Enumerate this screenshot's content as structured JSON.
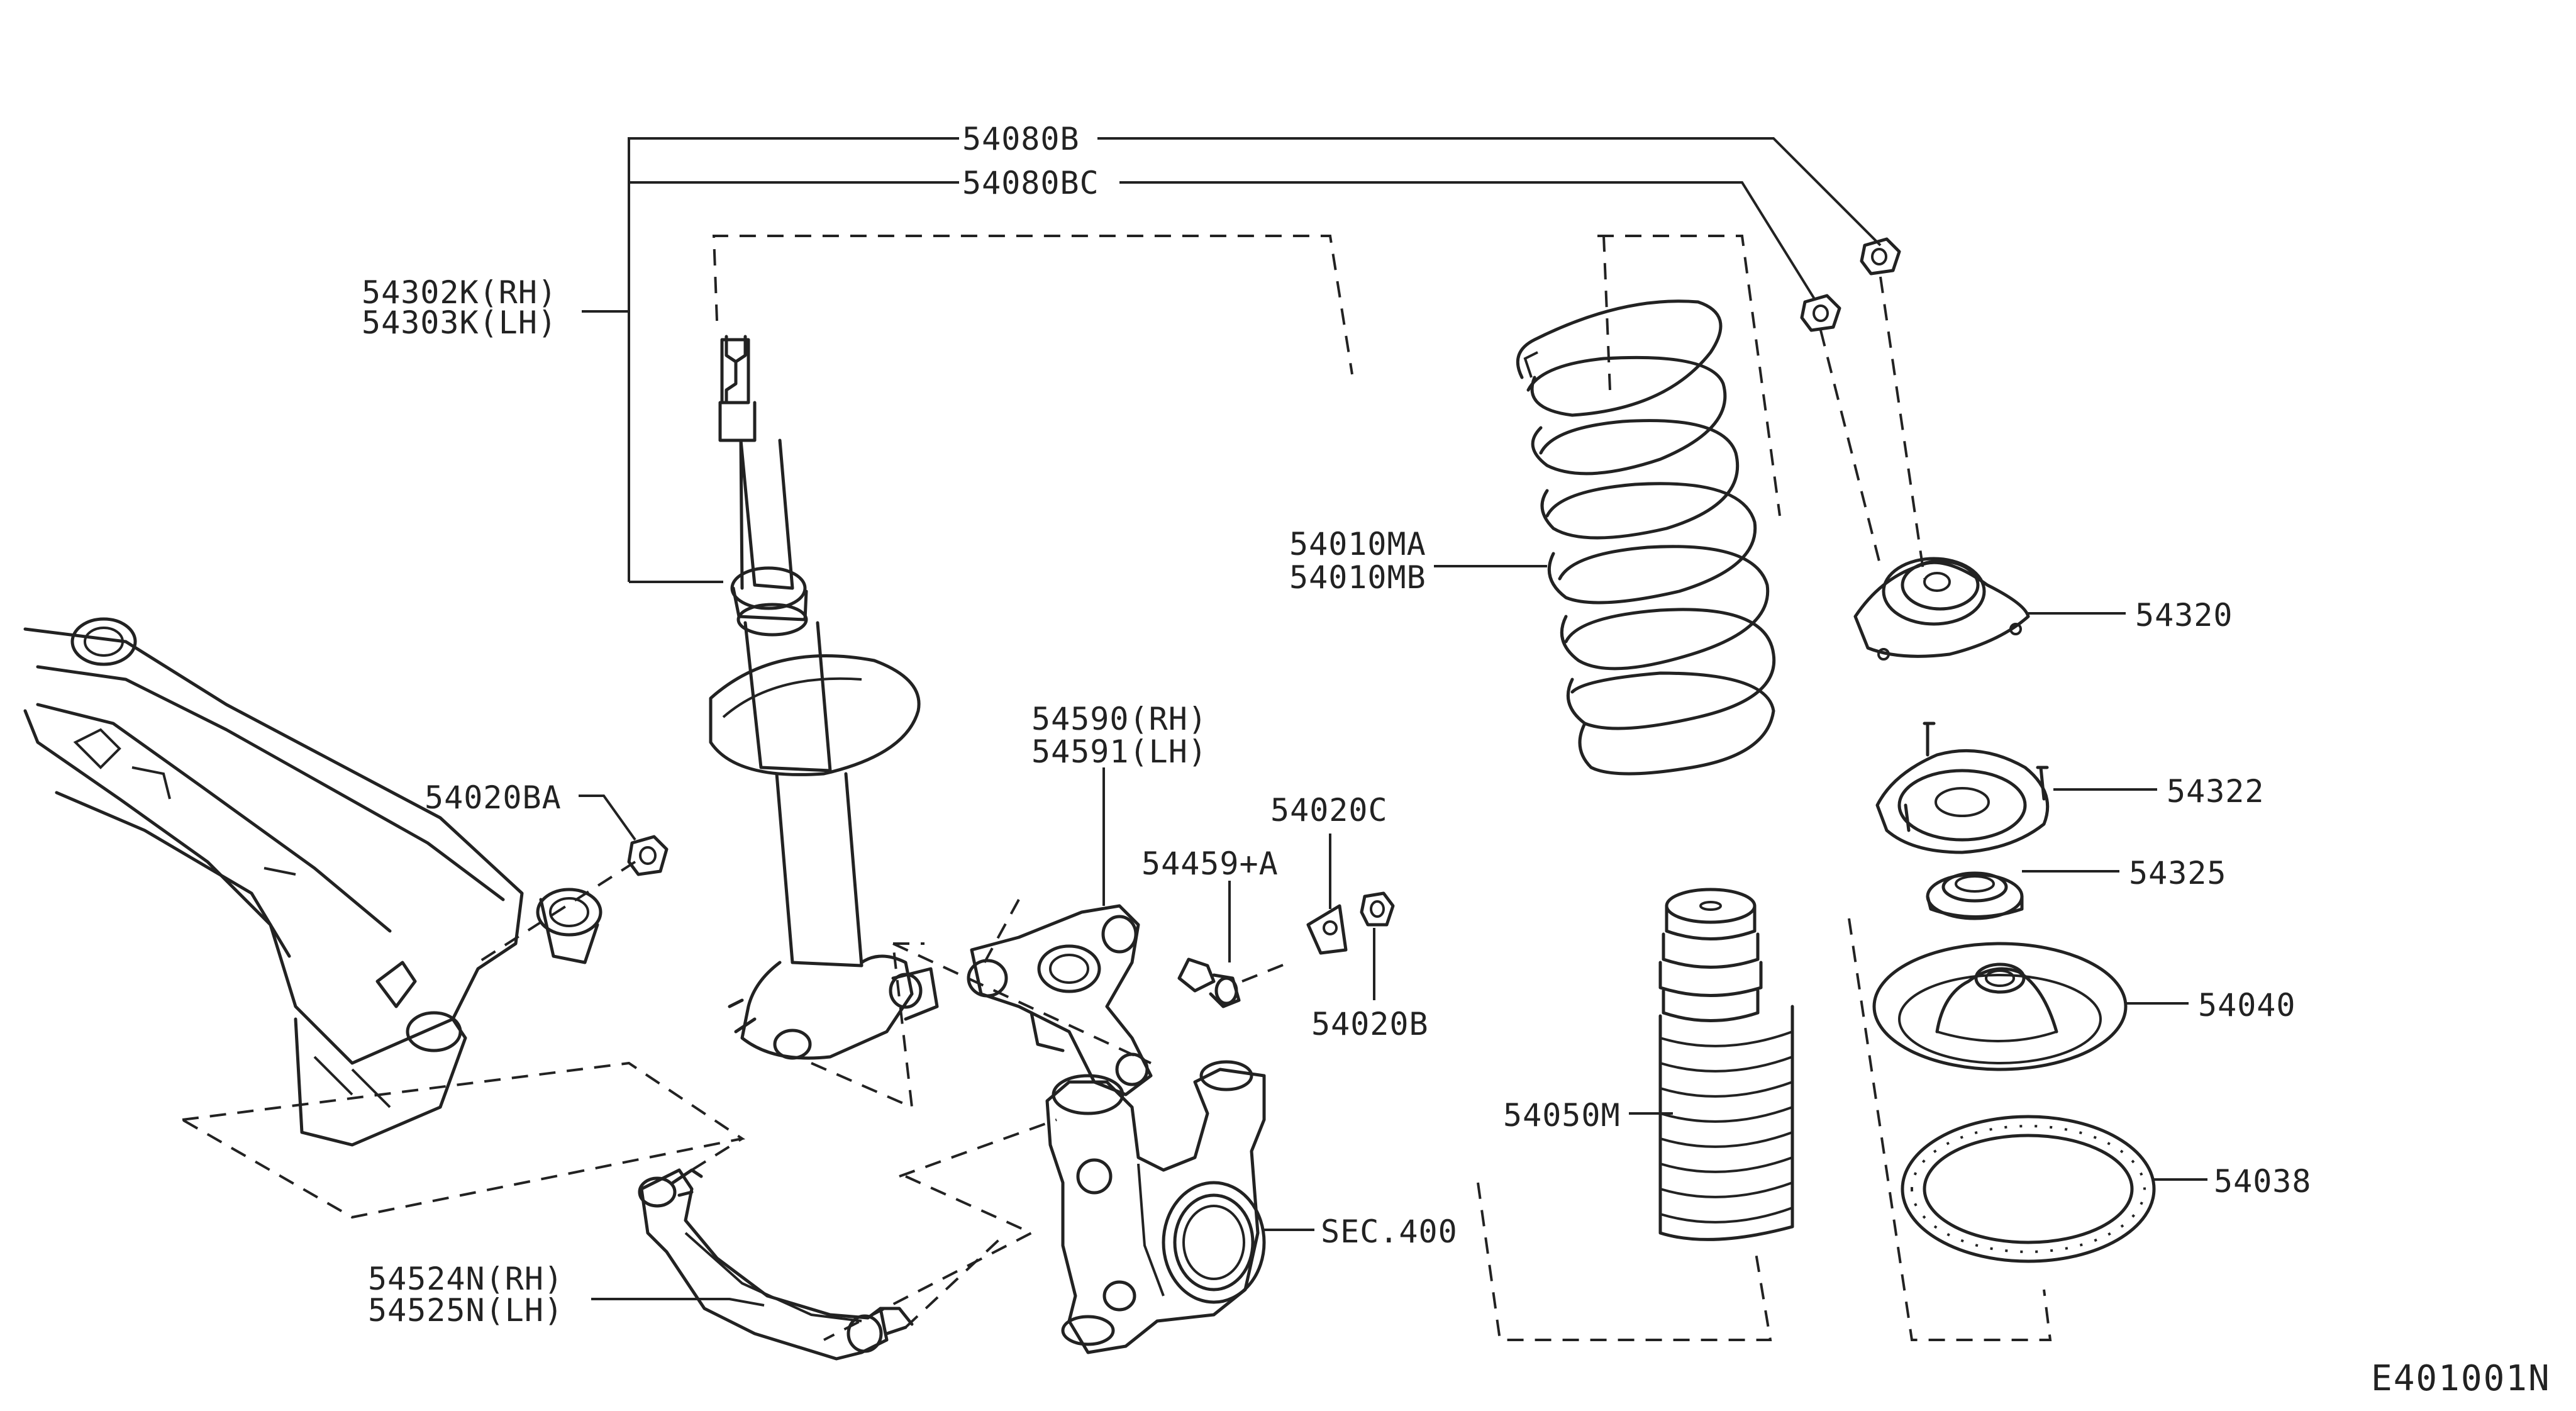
{
  "labels": {
    "strut_mount_nut": "54080B",
    "strut_mount_nut_bc": "54080BC",
    "strut_rh": "54302K(RH)",
    "strut_lh": "54303K(LH)",
    "coil_spring_a": "54010MA",
    "coil_spring_b": "54010MB",
    "strut_mount_insulator": "54320",
    "mount_insulator_plate": "54322",
    "bearing": "54325",
    "spring_seat": "54040",
    "rubber_seat": "54038",
    "bound_bumper": "54050M",
    "member_nut": "54020BA",
    "stabilizer_rh": "54590(RH)",
    "stabilizer_lh": "54591(LH)",
    "bolt": "54459+A",
    "bracket": "54020C",
    "nut": "54020B",
    "knuckle_ref": "SEC.400",
    "arm_rh": "54524N(RH)",
    "arm_lh": "54525N(LH)"
  },
  "diagram_code": "E401001N"
}
